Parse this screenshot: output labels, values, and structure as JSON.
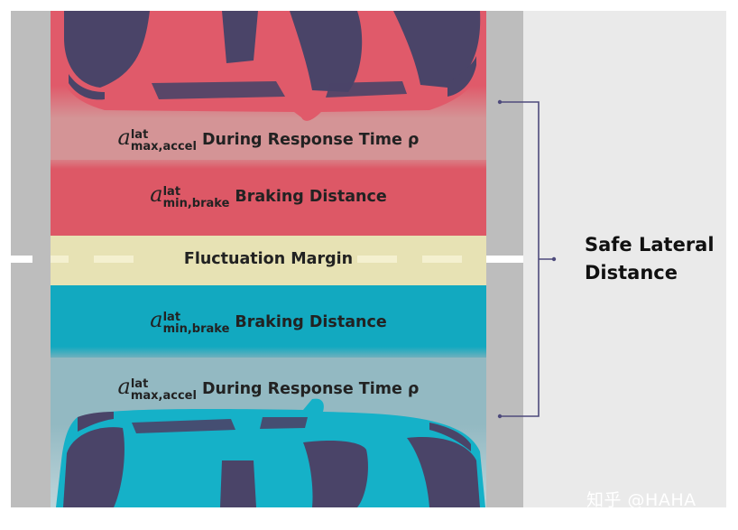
{
  "diagram": {
    "bands": [
      {
        "id": "upper_response",
        "symbol": "a",
        "sup": "lat",
        "sub": "max,accel",
        "label": "During Response Time ρ"
      },
      {
        "id": "upper_braking",
        "symbol": "a",
        "sup": "lat",
        "sub": "min,brake",
        "label": "Braking Distance"
      },
      {
        "id": "margin",
        "label": "Fluctuation Margin"
      },
      {
        "id": "lower_braking",
        "symbol": "a",
        "sup": "lat",
        "sub": "min,brake",
        "label": "Braking Distance"
      },
      {
        "id": "lower_response",
        "symbol": "a",
        "sup": "lat",
        "sub": "max,accel",
        "label": "During Response Time ρ"
      }
    ],
    "safe_label_line1": "Safe Lateral",
    "safe_label_line2": "Distance",
    "watermark": "知乎 @HAHA",
    "colors": {
      "red_car": "#e05a6a",
      "red_band": "#dd5866",
      "red_response": "#d49496",
      "margin": "#e7e2b4",
      "teal_band": "#12a9c0",
      "teal_response": "#93b9c2",
      "teal_car": "#15b1c8",
      "window": "#4a4468",
      "shoulder": "#bdbdbd",
      "panel": "#eaeaea",
      "bracket": "#4e4b7c"
    }
  }
}
